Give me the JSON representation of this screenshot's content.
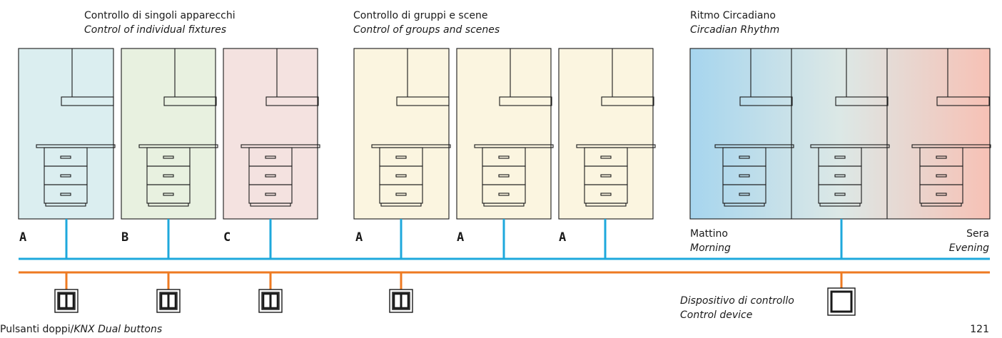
{
  "sections": {
    "individual": {
      "title_it": "Controllo di singoli apparecchi",
      "title_en": "Control of individual fixtures"
    },
    "groups": {
      "title_it": "Controllo di gruppi e scene",
      "title_en": "Control of groups and scenes"
    },
    "circadian": {
      "title_it": "Ritmo Circadiano",
      "title_en": "Circadian Rhythm",
      "start_it": "Mattino",
      "start_en": "Morning",
      "end_it": "Sera",
      "end_en": "Evening"
    }
  },
  "room_labels": [
    "A",
    "B",
    "C",
    "A",
    "A",
    "A"
  ],
  "colors": {
    "room_A_individual": "#dbeef0",
    "room_B": "#e8f1e0",
    "room_C": "#f4e2e0",
    "room_groups": "#fbf5e0",
    "circadian_start": "#a6d5ee",
    "circadian_mid": "#dce8e6",
    "circadian_end": "#f7c1b5",
    "bus_blue": "#1ea8dc",
    "bus_orange": "#ee7a22"
  },
  "devices": {
    "dual_label_it": "Pulsanti doppi/",
    "dual_label_en": "KNX Dual buttons",
    "control_it": "Dispositivo di controllo",
    "control_en": "Control device"
  },
  "page_number": "121"
}
